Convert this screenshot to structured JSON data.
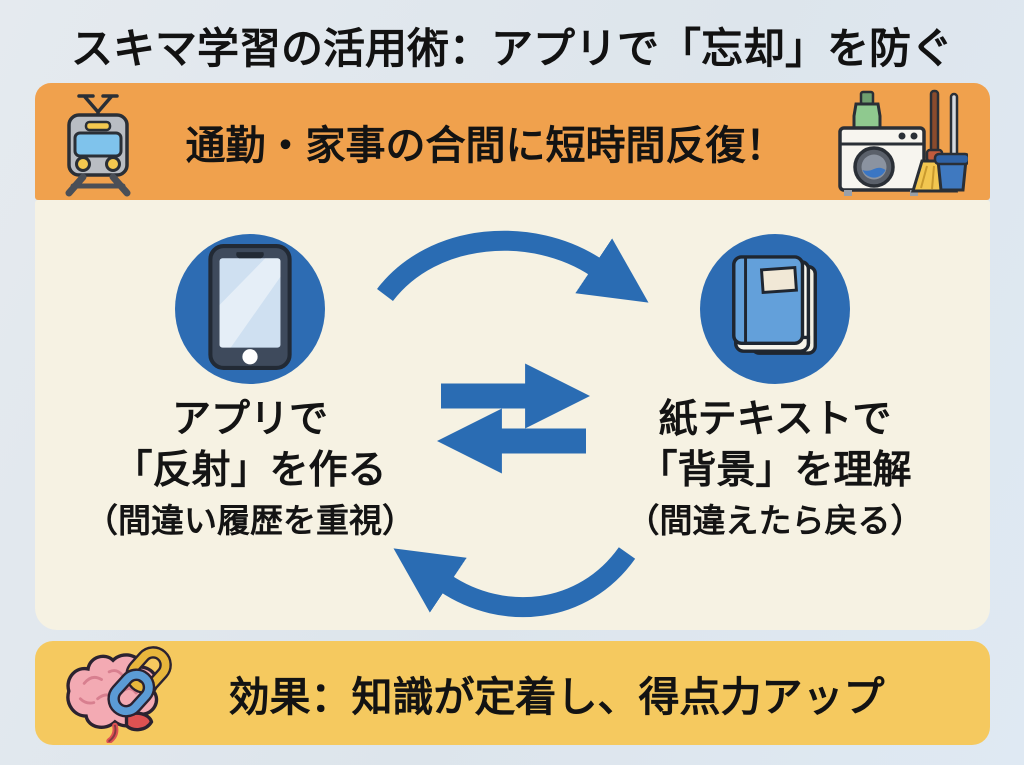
{
  "page": {
    "title": "スキマ学習の活用術：アプリで「忘却」を防ぐ"
  },
  "top_banner": {
    "text": "通勤・家事の合間に短時間反復！",
    "left_icon": "train-icon",
    "right_icon": "housework-cleaning-icon",
    "bg_color": "#f0a14d"
  },
  "cycle": {
    "left_node": {
      "icon": "smartphone-icon",
      "line1": "アプリで",
      "line2": "「反射」を作る",
      "line3": "（間違い履歴を重視）"
    },
    "right_node": {
      "icon": "textbook-icon",
      "line1": "紙テキストで",
      "line2": "「背景」を理解",
      "line3": "（間違えたら戻る）"
    },
    "arrows": [
      "cycle-top-arrow",
      "swap-right-arrow",
      "swap-left-arrow",
      "cycle-bottom-arrow"
    ],
    "arrow_color": "#2a6cb3",
    "circle_color": "#2d6cb3"
  },
  "bottom_banner": {
    "text": "効果：知識が定着し、得点力アップ",
    "left_icon": "brain-chain-icon",
    "bg_color": "#f5c95f"
  },
  "colors": {
    "background": "#dde5ec",
    "card_body": "#f6f2e3",
    "text": "#141414"
  }
}
